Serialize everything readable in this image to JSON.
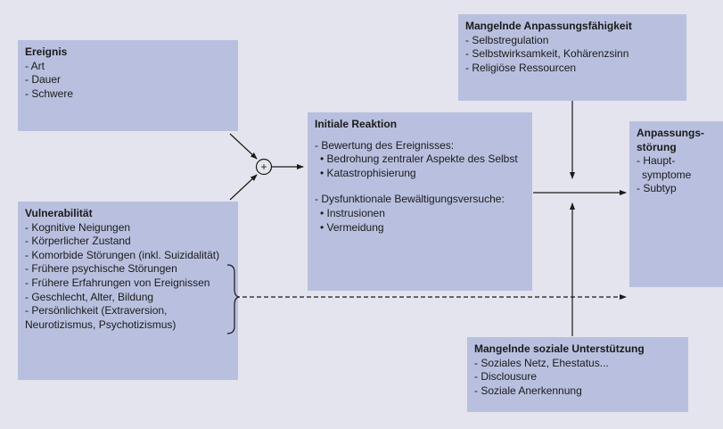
{
  "ereignis": {
    "title": "Ereignis",
    "items": [
      "- Art",
      "- Dauer",
      "- Schwere"
    ]
  },
  "vulnerabilitaet": {
    "title": "Vulnerabilität",
    "items": [
      "- Kognitive Neigungen",
      "- Körperlicher Zustand",
      "- Komorbide Störungen (inkl. Suizidalität)",
      "- Frühere psychische Störungen",
      "- Frühere Erfahrungen von Ereignissen",
      "- Geschlecht, Alter, Bildung",
      "- Persönlichkeit (Extraversion,",
      "Neurotizismus, Psychotizismus)"
    ]
  },
  "initiale_reaktion": {
    "title": "Initiale Reaktion",
    "bewertung": "- Bewertung des Ereignisses:",
    "bewertung_items": [
      "• Bedrohung zentraler Aspekte des Selbst",
      "• Katastrophisierung"
    ],
    "bewaeltigung": "- Dysfunktionale Bewältigungsversuche:",
    "bewaeltigung_items": [
      "• Instrusionen",
      "• Vermeidung"
    ]
  },
  "anpassungsfaehigkeit": {
    "title": "Mangelnde Anpassungsfähigkeit",
    "items": [
      "- Selbstregulation",
      "- Selbstwirksamkeit, Kohärenzsinn",
      "- Religiöse Ressourcen"
    ]
  },
  "anpassungsstoerung": {
    "title_line1": "Anpassungs-",
    "title_line2": "störung",
    "items": [
      "- Haupt-",
      "symptome",
      "- Subtyp"
    ]
  },
  "soziale_unterstuetzung": {
    "title": "Mangelnde soziale Unterstützung",
    "items": [
      "- Soziales Netz, Ehestatus...",
      "- Disclousure",
      "- Soziale Anerkennung"
    ]
  },
  "combine_symbol": "+",
  "colors": {
    "box": "#b9c0df",
    "background": "#e4e4ee",
    "line": "#1a1a1a"
  }
}
